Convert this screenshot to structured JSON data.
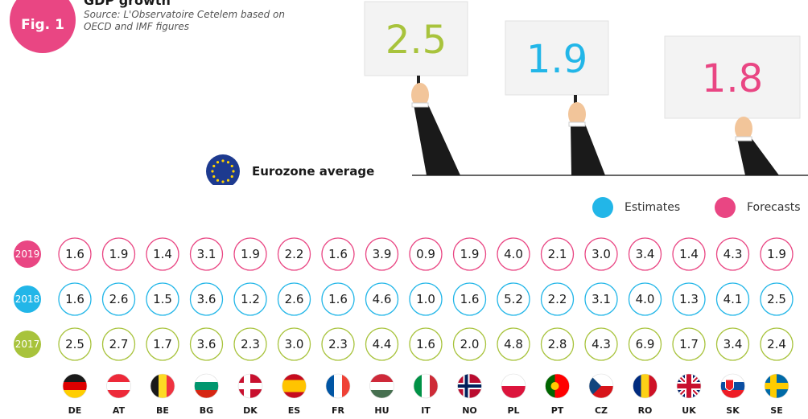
{
  "header": {
    "badge": "Fig. 1",
    "title": "GDP growth",
    "source": "Source: L'Observatoire Cetelem based on OECD and IMF figures"
  },
  "eurozone": {
    "label": "Eurozone average",
    "signs": [
      {
        "value": "2.5",
        "color": "#a8c33c"
      },
      {
        "value": "1.9",
        "color": "#22b6e8"
      },
      {
        "value": "1.8",
        "color": "#e94683"
      }
    ]
  },
  "legend": {
    "estimates": {
      "label": "Estimates",
      "color": "#22b6e8"
    },
    "forecasts": {
      "label": "Forecasts",
      "color": "#e94683"
    }
  },
  "chart_data": {
    "type": "table",
    "title": "GDP growth",
    "categories": [
      "DE",
      "AT",
      "BE",
      "BG",
      "DK",
      "ES",
      "FR",
      "HU",
      "IT",
      "NO",
      "PL",
      "PT",
      "CZ",
      "RO",
      "UK",
      "SK",
      "SE"
    ],
    "series": [
      {
        "name": "2019",
        "color": "#e94683",
        "values": [
          1.6,
          1.9,
          1.4,
          3.1,
          1.9,
          2.2,
          1.6,
          3.9,
          0.9,
          1.9,
          4.0,
          2.1,
          3.0,
          3.4,
          1.4,
          4.3,
          1.9
        ]
      },
      {
        "name": "2018",
        "color": "#22b6e8",
        "values": [
          1.6,
          2.6,
          1.5,
          3.6,
          1.2,
          2.6,
          1.6,
          4.6,
          1.0,
          1.6,
          5.2,
          2.2,
          3.1,
          4.0,
          1.3,
          4.1,
          2.5
        ]
      },
      {
        "name": "2017",
        "color": "#a8c33c",
        "values": [
          2.5,
          2.7,
          1.7,
          3.6,
          2.3,
          3.0,
          2.3,
          4.4,
          1.6,
          2.0,
          4.8,
          2.8,
          4.3,
          6.9,
          1.7,
          3.4,
          2.4
        ]
      }
    ],
    "eurozone_average": {
      "2017": 2.5,
      "2018": 1.9,
      "2019": 1.8
    }
  }
}
